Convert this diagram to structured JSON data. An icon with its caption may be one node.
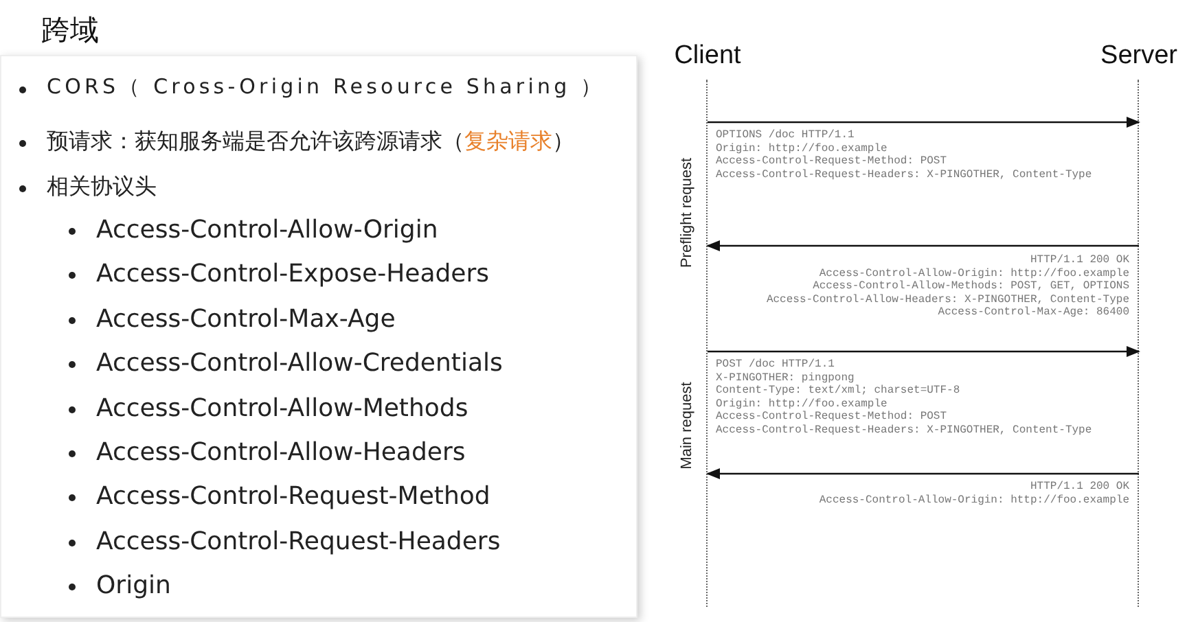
{
  "diagram": {
    "title": "跨域",
    "nodes": [
      {
        "text": [
          "Client"
        ]
      },
      {
        "text": [
          "Server"
        ]
      }
    ],
    "edges": [
      {
        "from": 0,
        "to": 1,
        "arrow": "to"
      },
      {
        "from": 1,
        "to": 0,
        "arrow": "to"
      },
      {
        "from": 0,
        "to": 1,
        "arrow": "to"
      },
      {
        "from": 1,
        "to": 0,
        "arrow": "to"
      }
    ],
    "labels": [
      "CORS（ Cross-Origin Resource Sharing ）",
      "预请求：获知服务端是否允许该跨源请求（复杂请求）",
      "相关协议头",
      "Access-Control-Allow-Origin",
      "Access-Control-Expose-Headers",
      "Access-Control-Max-Age",
      "Access-Control-Allow-Credentials",
      "Access-Control-Allow-Methods",
      "Access-Control-Allow-Headers",
      "Access-Control-Request-Method",
      "Access-Control-Request-Headers",
      "Origin",
      "OPTIONS /doc HTTP/1.1",
      "Origin: http://foo.example",
      "Access-Control-Request-Method: POST",
      "Access-Control-Request-Headers: X-PINGOTHER, Content-Type",
      "HTTP/1.1 200 OK",
      "Access-Control-Allow-Origin: http://foo.example",
      "Access-Control-Allow-Methods: POST, GET, OPTIONS",
      "Access-Control-Allow-Headers: X-PINGOTHER, Content-Type",
      "Access-Control-Max-Age: 86400",
      "POST /doc HTTP/1.1",
      "X-PINGOTHER: pingpong",
      "Content-Type: text/xml; charset=UTF-8",
      "Origin: http://foo.example",
      "Access-Control-Request-Method: POST",
      "Access-Control-Request-Headers: X-PINGOTHER, Content-Type",
      "HTTP/1.1 200 OK",
      "Access-Control-Allow-Origin: http://foo.example",
      "Preflight request",
      "Main request"
    ]
  }
}
